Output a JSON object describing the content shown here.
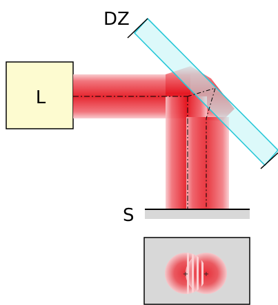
{
  "labels": {
    "laser": "L",
    "plate": "DZ",
    "screen": "S"
  },
  "colors": {
    "laser_fill": "#fdfbd0",
    "beam_core": "#e8202a",
    "beam_edge": "#f6b4b8",
    "plate_fill": "#bff4f6",
    "plate_stroke": "#28c8d8",
    "screen_fill": "#d8d8d8",
    "stroke": "#000000"
  },
  "icons": {
    "interference": "two-overlapping-beam-spots-with-fringes"
  }
}
